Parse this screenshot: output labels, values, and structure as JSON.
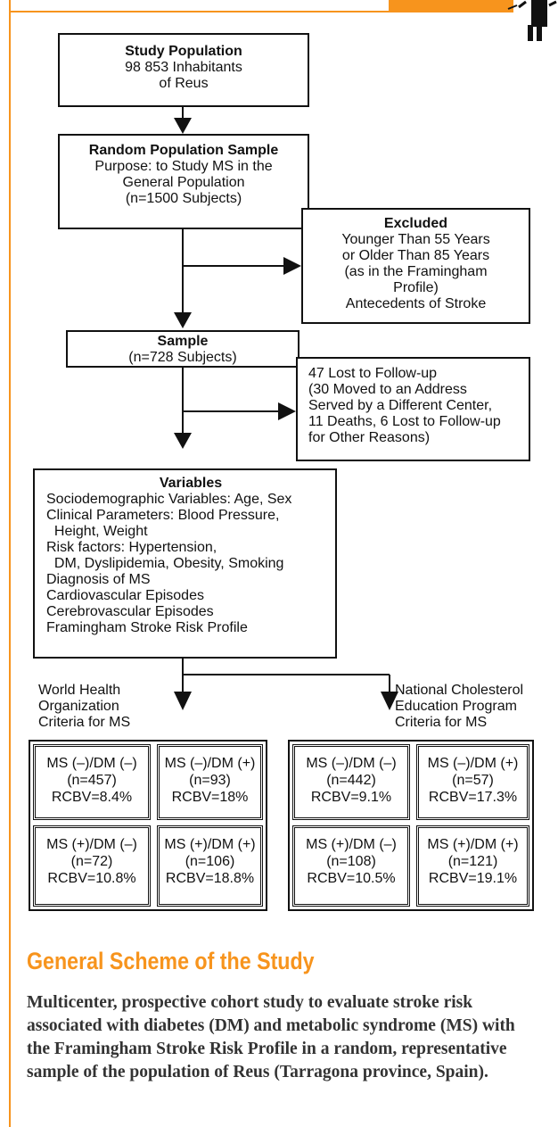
{
  "colors": {
    "accent": "#f7941d",
    "line": "#111111"
  },
  "boxes": {
    "study_population": {
      "title": "Study Population",
      "lines": [
        "98 853 Inhabitants",
        "of Reus"
      ]
    },
    "random_sample": {
      "title": "Random Population Sample",
      "lines": [
        "Purpose: to Study MS in the",
        "General Population",
        "(n=1500 Subjects)"
      ]
    },
    "excluded": {
      "title": "Excluded",
      "lines": [
        "Younger Than 55 Years",
        "or Older Than 85 Years",
        "(as in the Framingham",
        "Profile)",
        "Antecedents of Stroke"
      ]
    },
    "sample": {
      "title": "Sample",
      "lines": [
        "(n=728 Subjects)"
      ]
    },
    "lost": {
      "lines": [
        "47 Lost to Follow-up",
        "(30 Moved to an Address",
        "Served by a Different Center,",
        "11 Deaths, 6 Lost to Follow-up",
        "for Other Reasons)"
      ]
    },
    "variables": {
      "title": "Variables",
      "lines": [
        "Sociodemographic Variables: Age, Sex",
        "Clinical Parameters: Blood Pressure,",
        "  Height, Weight",
        "Risk factors: Hypertension,",
        "  DM, Dyslipidemia, Obesity, Smoking",
        "Diagnosis of MS",
        "Cardiovascular Episodes",
        "Cerebrovascular Episodes",
        "Framingham Stroke Risk Profile"
      ]
    }
  },
  "criteria": {
    "who": {
      "lines": [
        "World Health",
        "Organization",
        "Criteria for MS"
      ]
    },
    "ncep": {
      "lines": [
        "National Cholesterol",
        "Education Program",
        "Criteria for MS"
      ]
    }
  },
  "results": {
    "who": [
      {
        "group": "MS (–)/DM (–)",
        "n": "(n=457)",
        "rcbv": "RCBV=8.4%"
      },
      {
        "group": "MS (–)/DM (+)",
        "n": "(n=93)",
        "rcbv": "RCBV=18%"
      },
      {
        "group": "MS (+)/DM (–)",
        "n": "(n=72)",
        "rcbv": "RCBV=10.8%"
      },
      {
        "group": "MS (+)/DM (+)",
        "n": "(n=106)",
        "rcbv": "RCBV=18.8%"
      }
    ],
    "ncep": [
      {
        "group": "MS (–)/DM (–)",
        "n": "(n=442)",
        "rcbv": "RCBV=9.1%"
      },
      {
        "group": "MS (–)/DM (+)",
        "n": "(n=57)",
        "rcbv": "RCBV=17.3%"
      },
      {
        "group": "MS (+)/DM (–)",
        "n": "(n=108)",
        "rcbv": "RCBV=10.5%"
      },
      {
        "group": "MS (+)/DM (+)",
        "n": "(n=121)",
        "rcbv": "RCBV=19.1%"
      }
    ]
  },
  "section": {
    "heading": "General Scheme of the Study",
    "body": "Multicenter, prospective cohort study to evaluate stroke risk associated with diabetes (DM) and metabolic syndrome (MS) with the Framingham Stroke Risk Profile in a random, representative sample of the population of Reus (Tarragona province, Spain)."
  }
}
